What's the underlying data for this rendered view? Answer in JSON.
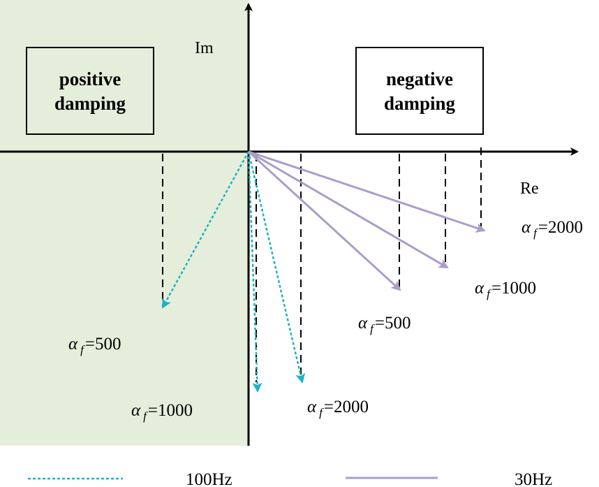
{
  "regions": {
    "positive_label": [
      "positive",
      "damping"
    ],
    "negative_label": [
      "negative",
      "damping"
    ],
    "positive_fill": "#e5eedb"
  },
  "axes": {
    "imag_label": "Im",
    "real_label": "Re"
  },
  "series": [
    {
      "name": "100Hz",
      "color": "#1fb2c4",
      "style": "dotted",
      "vectors": [
        {
          "label": "α f=500",
          "greek": "α",
          "sub": "f",
          "value": "=500"
        },
        {
          "label": "α f=1000",
          "greek": "α",
          "sub": "f",
          "value": "=1000"
        },
        {
          "label": "α f=2000",
          "greek": "α",
          "sub": "f",
          "value": "=2000"
        }
      ]
    },
    {
      "name": "30Hz",
      "color": "#ab9dc7",
      "style": "solid",
      "vectors": [
        {
          "label": "α f=500",
          "greek": "α",
          "sub": "f",
          "value": "=500"
        },
        {
          "label": "α f=1000",
          "greek": "α",
          "sub": "f",
          "value": "=1000"
        },
        {
          "label": "α f=2000",
          "greek": "α",
          "sub": "f",
          "value": "=2000"
        }
      ]
    }
  ],
  "legend": {
    "item_100": "100Hz",
    "item_30": "30Hz"
  }
}
